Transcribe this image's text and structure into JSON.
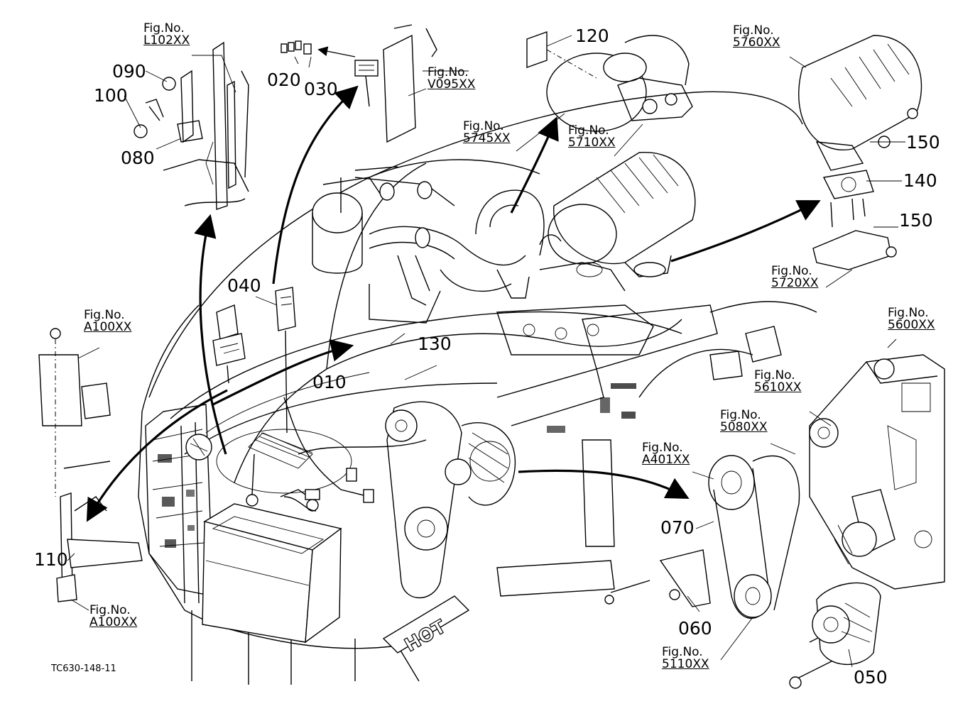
{
  "parts": {
    "p090": "090",
    "p100": "100",
    "p080": "080",
    "p020": "020",
    "p030": "030",
    "p120": "120",
    "p150a": "150",
    "p140": "140",
    "p150b": "150",
    "p040": "040",
    "p130": "130",
    "p010": "010",
    "p070": "070",
    "p110": "110",
    "p060": "060",
    "p050": "050"
  },
  "figs": {
    "l102": {
      "prefix": "Fig.No.",
      "code": "L102XX"
    },
    "v095": {
      "prefix": "Fig.No.",
      "code": "V095XX"
    },
    "f5745": {
      "prefix": "Fig.No.",
      "code": "5745XX"
    },
    "f5710": {
      "prefix": "Fig.No.",
      "code": "5710XX"
    },
    "f5760": {
      "prefix": "Fig.No.",
      "code": "5760XX"
    },
    "f5720": {
      "prefix": "Fig.No.",
      "code": "5720XX"
    },
    "f5600": {
      "prefix": "Fig.No.",
      "code": "5600XX"
    },
    "f5610": {
      "prefix": "Fig.No.",
      "code": "5610XX"
    },
    "f5080": {
      "prefix": "Fig.No.",
      "code": "5080XX"
    },
    "a401": {
      "prefix": "Fig.No.",
      "code": "A401XX"
    },
    "a100a": {
      "prefix": "Fig.No.",
      "code": "A100XX"
    },
    "a100b": {
      "prefix": "Fig.No.",
      "code": "A100XX"
    },
    "f5110": {
      "prefix": "Fig.No.",
      "code": "5110XX"
    }
  },
  "drawing_code": "TC630-148-11"
}
